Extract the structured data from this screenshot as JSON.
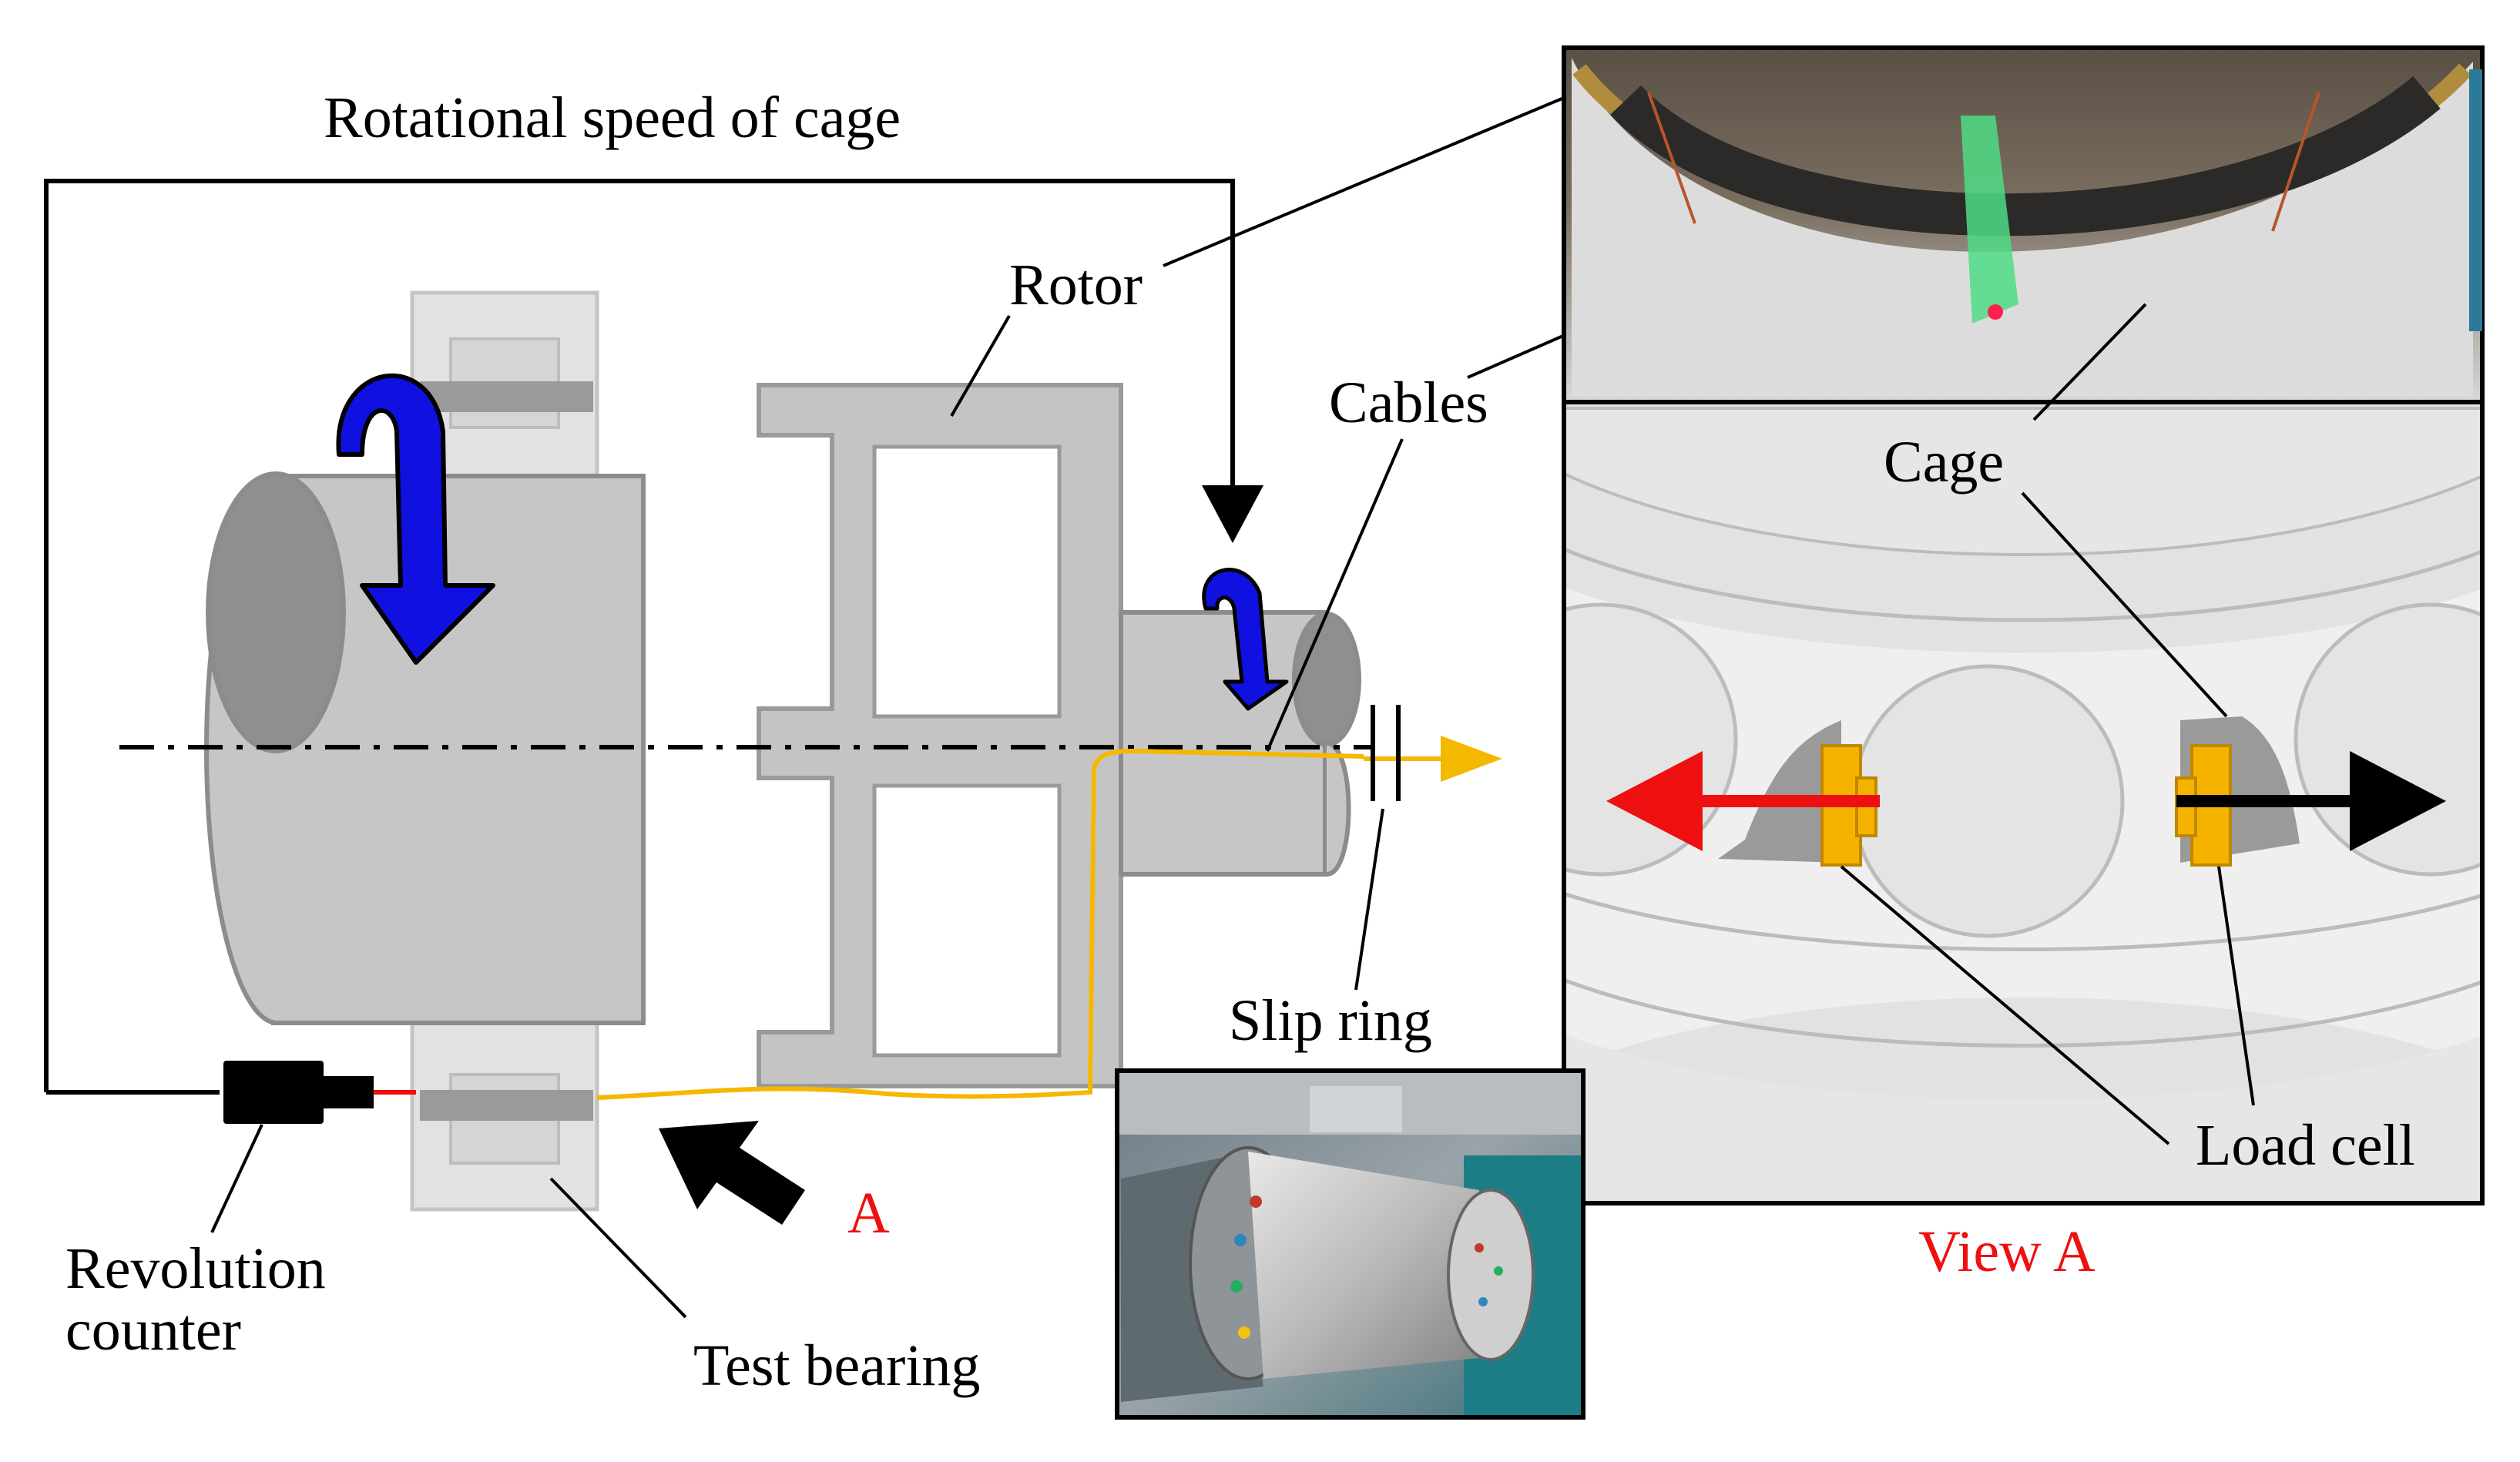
{
  "labels": {
    "rotational_speed": "Rotational speed of cage",
    "rotor": "Rotor",
    "cables": "Cables",
    "cage": "Cage",
    "slip_ring": "Slip ring",
    "load_cell": "Load cell",
    "revolution_counter_line1": "Revolution",
    "revolution_counter_line2": "counter",
    "test_bearing": "Test bearing",
    "arrow_a": "A",
    "view_a": "View A"
  },
  "colors": {
    "rotation_arrow": "#1010e0",
    "cable": "#f5b800",
    "load_cell": "#f5b300",
    "force_left": "#ee1010",
    "force_right": "#000000",
    "annotation_red": "#ee1010",
    "part_gray": "#c8c8c8",
    "part_dark": "#9a9a9a"
  },
  "icons": {
    "rotation": "curved-rotation-arrow-icon",
    "view_direction": "thick-arrow-icon"
  }
}
